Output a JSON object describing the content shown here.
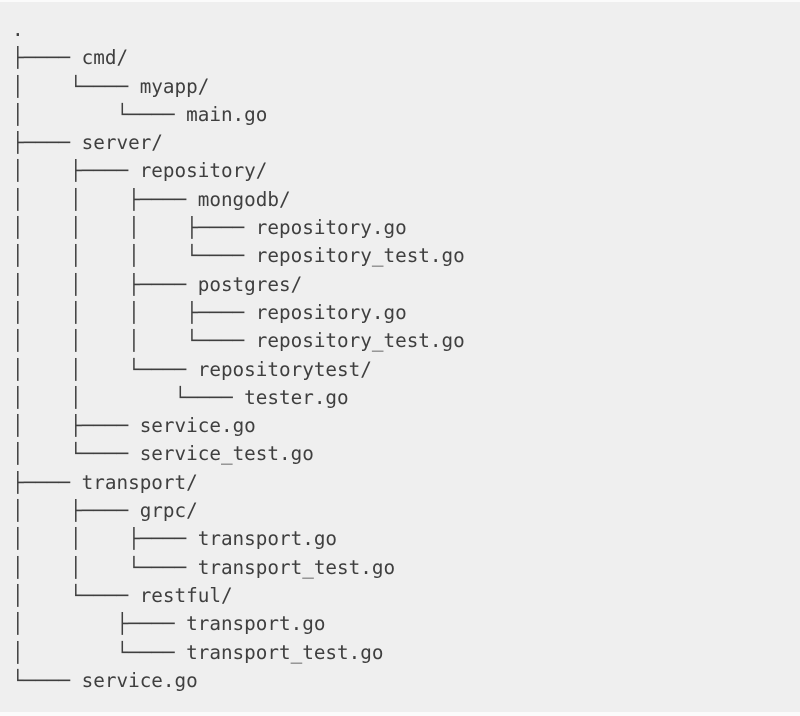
{
  "page": {
    "background_color": "#efefef",
    "text_color": "#3f3f3f",
    "edge_strip_color": "#fbfbfb"
  },
  "tree": {
    "root_label": ".",
    "lines": [
      {
        "prefix": "",
        "label": "."
      },
      {
        "prefix": "├──── ",
        "label": "cmd/"
      },
      {
        "prefix": "│    └──── ",
        "label": "myapp/"
      },
      {
        "prefix": "│        └──── ",
        "label": "main.go"
      },
      {
        "prefix": "├──── ",
        "label": "server/"
      },
      {
        "prefix": "│    ├──── ",
        "label": "repository/"
      },
      {
        "prefix": "│    │    ├──── ",
        "label": "mongodb/"
      },
      {
        "prefix": "│    │    │    ├──── ",
        "label": "repository.go"
      },
      {
        "prefix": "│    │    │    └──── ",
        "label": "repository_test.go"
      },
      {
        "prefix": "│    │    ├──── ",
        "label": "postgres/"
      },
      {
        "prefix": "│    │    │    ├──── ",
        "label": "repository.go"
      },
      {
        "prefix": "│    │    │    └──── ",
        "label": "repository_test.go"
      },
      {
        "prefix": "│    │    └──── ",
        "label": "repositorytest/"
      },
      {
        "prefix": "│    │        └──── ",
        "label": "tester.go"
      },
      {
        "prefix": "│    ├──── ",
        "label": "service.go"
      },
      {
        "prefix": "│    └──── ",
        "label": "service_test.go"
      },
      {
        "prefix": "├──── ",
        "label": "transport/"
      },
      {
        "prefix": "│    ├──── ",
        "label": "grpc/"
      },
      {
        "prefix": "│    │    ├──── ",
        "label": "transport.go"
      },
      {
        "prefix": "│    │    └──── ",
        "label": "transport_test.go"
      },
      {
        "prefix": "│    └──── ",
        "label": "restful/"
      },
      {
        "prefix": "│        ├──── ",
        "label": "transport.go"
      },
      {
        "prefix": "│        └──── ",
        "label": "transport_test.go"
      },
      {
        "prefix": "└──── ",
        "label": "service.go"
      }
    ]
  }
}
